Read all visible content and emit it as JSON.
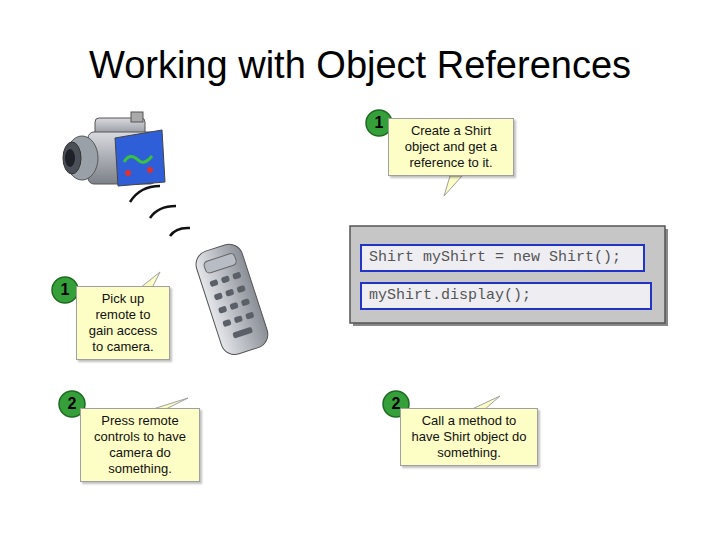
{
  "diagram": {
    "title": "Working with Object References",
    "nodes": [
      {
        "text": [
          "Create a Shirt object and get a reference to it."
        ]
      },
      {
        "text": [
          "Shirt myShirt = new Shirt();"
        ]
      },
      {
        "text": [
          "myShirt.display();"
        ]
      },
      {
        "text": [
          "Pick up remote to gain access to camera."
        ]
      },
      {
        "text": [
          "Press remote controls to have camera do something."
        ]
      },
      {
        "text": [
          "Call a method to have Shirt object do something."
        ]
      }
    ],
    "labels": [
      "1",
      "1",
      "2",
      "2"
    ]
  }
}
